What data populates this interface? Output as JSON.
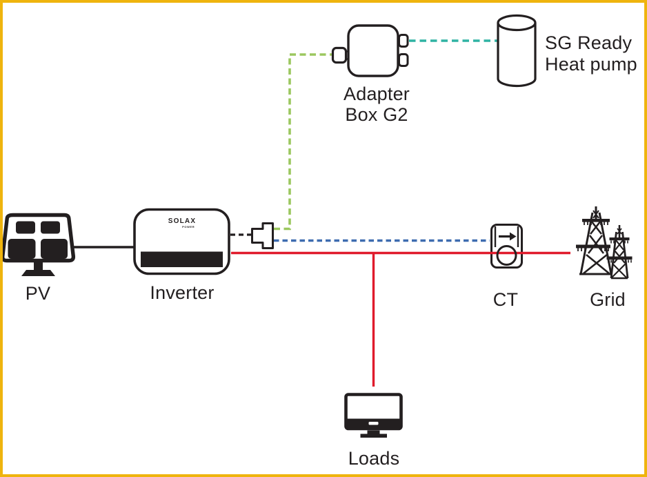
{
  "colors": {
    "border": "#EFB40E",
    "ink": "#231F20",
    "wire_black": "#231F20",
    "wire_green": "#9BC75F",
    "wire_teal": "#2FB3A3",
    "wire_blue": "#3D6CB0",
    "wire_red": "#E01B2C"
  },
  "nodes": {
    "pv": {
      "label": "PV"
    },
    "inverter": {
      "label": "Inverter",
      "brand": "SOLAX",
      "brand_sub": "POWER"
    },
    "adapter_box": {
      "label_line1": "Adapter",
      "label_line2": "Box G2"
    },
    "heat_pump": {
      "label_line1": "SG Ready",
      "label_line2": "Heat pump"
    },
    "ct": {
      "label": "CT"
    },
    "grid": {
      "label": "Grid"
    },
    "loads": {
      "label": "Loads"
    }
  },
  "connections": [
    {
      "from": "PV",
      "to": "Inverter",
      "line": "solid",
      "color": "#231F20"
    },
    {
      "from": "Inverter",
      "to": "Splitter",
      "line": "dashed",
      "color": "#231F20"
    },
    {
      "from": "Splitter",
      "to": "Adapter Box G2",
      "line": "dashed",
      "color": "#9BC75F"
    },
    {
      "from": "Adapter Box G2",
      "to": "SG Ready Heat pump",
      "line": "dashed",
      "color": "#2FB3A3"
    },
    {
      "from": "Splitter",
      "to": "CT",
      "line": "dashed",
      "color": "#3D6CB0"
    },
    {
      "from": "Inverter",
      "to": "Grid",
      "line": "solid",
      "color": "#E01B2C"
    },
    {
      "from": "Grid line",
      "to": "Loads",
      "line": "solid",
      "color": "#E01B2C"
    }
  ]
}
